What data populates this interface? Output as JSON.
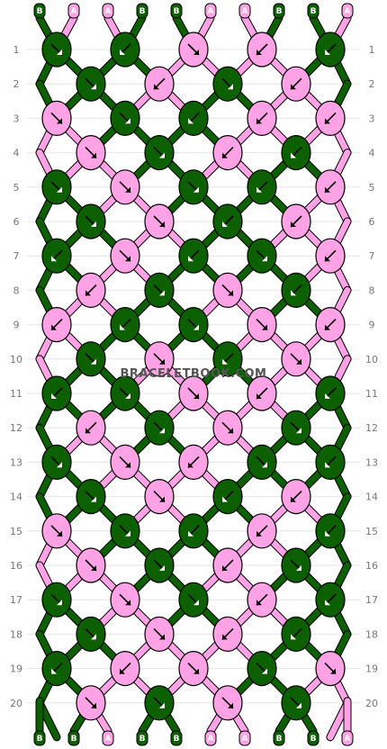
{
  "pattern": {
    "strands": 10,
    "rows": 20,
    "watermark": "BRACELETBOOK.COM",
    "colors": {
      "A": "#ffa2e6",
      "B": "#0c6000"
    },
    "top_labels": [
      "B",
      "A",
      "A",
      "B",
      "B",
      "A",
      "A",
      "B",
      "B",
      "A"
    ],
    "bottom_labels": [
      "B",
      "B",
      "A",
      "B",
      "B",
      "A",
      "A",
      "B",
      "B",
      "A"
    ],
    "row_labels": [
      "1",
      "2",
      "3",
      "4",
      "5",
      "6",
      "7",
      "8",
      "9",
      "10",
      "11",
      "12",
      "13",
      "14",
      "15",
      "16",
      "17",
      "18",
      "19",
      "20"
    ],
    "knots": [
      [
        {
          "c": "B",
          "d": "dr"
        },
        {
          "c": "B",
          "d": "dl"
        },
        {
          "c": "A",
          "d": "dr"
        },
        {
          "c": "A",
          "d": "dl"
        },
        {
          "c": "B",
          "d": "dl"
        }
      ],
      [
        {
          "c": "B",
          "d": "dr"
        },
        {
          "c": "A",
          "d": "dl"
        },
        {
          "c": "B",
          "d": "dr"
        },
        {
          "c": "A",
          "d": "dl"
        }
      ],
      [
        {
          "c": "A",
          "d": "dr"
        },
        {
          "c": "B",
          "d": "dr"
        },
        {
          "c": "B",
          "d": "dl"
        },
        {
          "c": "A",
          "d": "dl"
        },
        {
          "c": "A",
          "d": "dl"
        }
      ],
      [
        {
          "c": "A",
          "d": "dr"
        },
        {
          "c": "B",
          "d": "dr"
        },
        {
          "c": "A",
          "d": "dl"
        },
        {
          "c": "B",
          "d": "dl"
        }
      ],
      [
        {
          "c": "B",
          "d": "dr"
        },
        {
          "c": "A",
          "d": "dr"
        },
        {
          "c": "B",
          "d": "dr"
        },
        {
          "c": "B",
          "d": "dl"
        },
        {
          "c": "A",
          "d": "dl"
        }
      ],
      [
        {
          "c": "B",
          "d": "dr"
        },
        {
          "c": "A",
          "d": "dr"
        },
        {
          "c": "B",
          "d": "dl"
        },
        {
          "c": "A",
          "d": "dl"
        }
      ],
      [
        {
          "c": "B",
          "d": "dl"
        },
        {
          "c": "A",
          "d": "dr"
        },
        {
          "c": "B",
          "d": "dl"
        },
        {
          "c": "B",
          "d": "dr"
        },
        {
          "c": "A",
          "d": "dl"
        }
      ],
      [
        {
          "c": "A",
          "d": "dl"
        },
        {
          "c": "B",
          "d": "dr"
        },
        {
          "c": "A",
          "d": "dr"
        },
        {
          "c": "B",
          "d": "dl"
        }
      ],
      [
        {
          "c": "A",
          "d": "dl"
        },
        {
          "c": "B",
          "d": "dl"
        },
        {
          "c": "B",
          "d": "dr"
        },
        {
          "c": "A",
          "d": "dr"
        },
        {
          "c": "A",
          "d": "dl"
        }
      ],
      [
        {
          "c": "B",
          "d": "dr"
        },
        {
          "c": "A",
          "d": "dr"
        },
        {
          "c": "B",
          "d": "dl"
        },
        {
          "c": "A",
          "d": "dr"
        }
      ],
      [
        {
          "c": "B",
          "d": "dl"
        },
        {
          "c": "B",
          "d": "dr"
        },
        {
          "c": "A",
          "d": "dr"
        },
        {
          "c": "A",
          "d": "dl"
        },
        {
          "c": "B",
          "d": "dl"
        }
      ],
      [
        {
          "c": "A",
          "d": "dl"
        },
        {
          "c": "B",
          "d": "dr"
        },
        {
          "c": "A",
          "d": "dr"
        },
        {
          "c": "B",
          "d": "dr"
        }
      ],
      [
        {
          "c": "B",
          "d": "dr"
        },
        {
          "c": "A",
          "d": "dr"
        },
        {
          "c": "A",
          "d": "dl"
        },
        {
          "c": "B",
          "d": "dr"
        },
        {
          "c": "B",
          "d": "dl"
        }
      ],
      [
        {
          "c": "B",
          "d": "dr"
        },
        {
          "c": "A",
          "d": "dr"
        },
        {
          "c": "B",
          "d": "dl"
        },
        {
          "c": "A",
          "d": "dl"
        }
      ],
      [
        {
          "c": "A",
          "d": "dr"
        },
        {
          "c": "B",
          "d": "dr"
        },
        {
          "c": "B",
          "d": "dl"
        },
        {
          "c": "A",
          "d": "dl"
        },
        {
          "c": "B",
          "d": "dl"
        }
      ],
      [
        {
          "c": "A",
          "d": "dr"
        },
        {
          "c": "B",
          "d": "dr"
        },
        {
          "c": "A",
          "d": "dl"
        },
        {
          "c": "B",
          "d": "dr"
        }
      ],
      [
        {
          "c": "B",
          "d": "dr"
        },
        {
          "c": "A",
          "d": "dr"
        },
        {
          "c": "B",
          "d": "dr"
        },
        {
          "c": "A",
          "d": "dl"
        },
        {
          "c": "B",
          "d": "dl"
        }
      ],
      [
        {
          "c": "B",
          "d": "dr"
        },
        {
          "c": "A",
          "d": "dr"
        },
        {
          "c": "A",
          "d": "dl"
        },
        {
          "c": "B",
          "d": "dl"
        }
      ],
      [
        {
          "c": "B",
          "d": "dl"
        },
        {
          "c": "A",
          "d": "dl"
        },
        {
          "c": "A",
          "d": "dr"
        },
        {
          "c": "B",
          "d": "dr"
        },
        {
          "c": "A",
          "d": "dr"
        }
      ],
      [
        {
          "c": "A",
          "d": "dr"
        },
        {
          "c": "B",
          "d": "dr"
        },
        {
          "c": "A",
          "d": "dr"
        },
        {
          "c": "B",
          "d": "dr"
        }
      ]
    ]
  }
}
